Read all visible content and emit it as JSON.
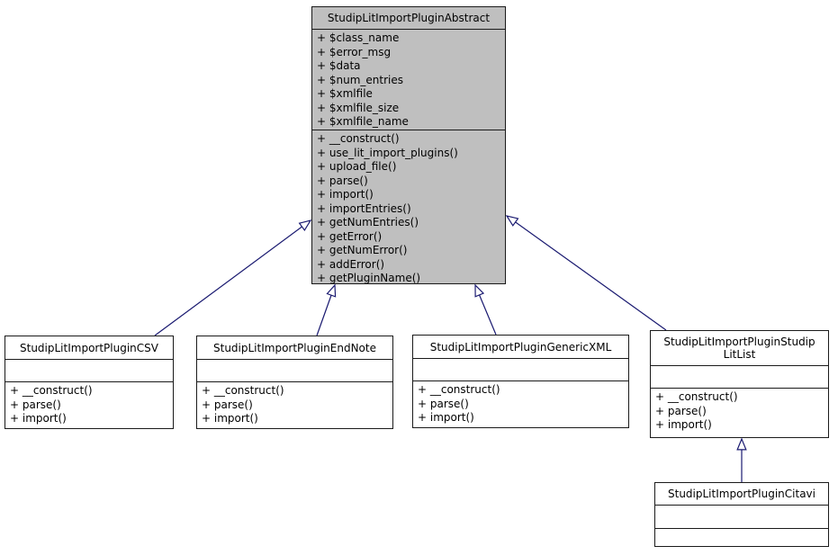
{
  "colors": {
    "current_node_fill": "#bfbfbf",
    "node_fill": "#ffffff",
    "node_border": "#1a1a1a",
    "edge": "#191970",
    "text": "#000000",
    "background": "#ffffff"
  },
  "classes": [
    {
      "name": "StudipLitImportPluginAbstract",
      "attributes": [
        "+ $class_name",
        "+ $error_msg",
        "+ $data",
        "+ $num_entries",
        "+ $xmlfile",
        "+ $xmlfile_size",
        "+ $xmlfile_name"
      ],
      "methods": [
        "+ __construct()",
        "+ use_lit_import_plugins()",
        "+ upload_file()",
        "+ parse()",
        "+ import()",
        "+ importEntries()",
        "+ getNumEntries()",
        "+ getError()",
        "+ getNumError()",
        "+ addError()",
        "+ getPluginName()"
      ]
    },
    {
      "name": "StudipLitImportPluginCSV",
      "attributes": [],
      "methods": [
        "+ __construct()",
        "+ parse()",
        "+ import()"
      ]
    },
    {
      "name": "StudipLitImportPluginEndNote",
      "attributes": [],
      "methods": [
        "+ __construct()",
        "+ parse()",
        "+ import()"
      ]
    },
    {
      "name": "StudipLitImportPluginGenericXML",
      "attributes": [],
      "methods": [
        "+ __construct()",
        "+ parse()",
        "+ import()"
      ]
    },
    {
      "name": "StudipLitImportPluginStudipLitList",
      "name_lines": [
        "StudipLitImportPluginStudip",
        "LitList"
      ],
      "attributes": [],
      "methods": [
        "+ __construct()",
        "+ parse()",
        "+ import()"
      ]
    },
    {
      "name": "StudipLitImportPluginCitavi",
      "attributes": [],
      "methods": []
    }
  ],
  "relations": [
    {
      "child": "StudipLitImportPluginCSV",
      "parent": "StudipLitImportPluginAbstract",
      "type": "inheritance"
    },
    {
      "child": "StudipLitImportPluginEndNote",
      "parent": "StudipLitImportPluginAbstract",
      "type": "inheritance"
    },
    {
      "child": "StudipLitImportPluginGenericXML",
      "parent": "StudipLitImportPluginAbstract",
      "type": "inheritance"
    },
    {
      "child": "StudipLitImportPluginStudipLitList",
      "parent": "StudipLitImportPluginAbstract",
      "type": "inheritance"
    },
    {
      "child": "StudipLitImportPluginCitavi",
      "parent": "StudipLitImportPluginStudipLitList",
      "type": "inheritance"
    }
  ]
}
